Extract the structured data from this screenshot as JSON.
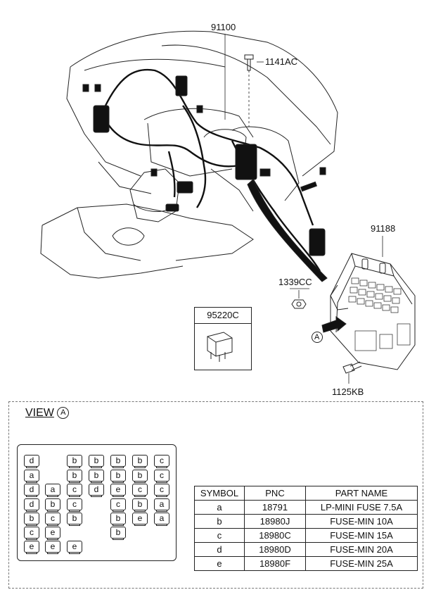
{
  "callouts": {
    "harness": "91100",
    "bolt_top": "1141AC",
    "junction_block": "91188",
    "nut": "1339CC",
    "bolt_bottom": "1125KB",
    "relay": "95220C",
    "view_marker": "A"
  },
  "view": {
    "title": "VIEW",
    "marker": "A"
  },
  "fuse_box": {
    "fuses": [
      "d",
      "b",
      "b",
      "b",
      "b",
      "c",
      "a",
      "b",
      "b",
      "b",
      "b",
      "c",
      "d",
      "a",
      "c",
      "d",
      "e",
      "c",
      "c",
      "d",
      "b",
      "c",
      "c",
      "b",
      "a",
      "b",
      "c",
      "b",
      "b",
      "e",
      "a",
      "c",
      "e",
      "b",
      "e",
      "e",
      "e"
    ]
  },
  "legend": {
    "headers": [
      "SYMBOL",
      "PNC",
      "PART NAME"
    ],
    "rows": [
      {
        "symbol": "a",
        "pnc": "18791",
        "name": "LP-MINI FUSE 7.5A"
      },
      {
        "symbol": "b",
        "pnc": "18980J",
        "name": "FUSE-MIN 10A"
      },
      {
        "symbol": "c",
        "pnc": "18980C",
        "name": "FUSE-MIN 15A"
      },
      {
        "symbol": "d",
        "pnc": "18980D",
        "name": "FUSE-MIN 20A"
      },
      {
        "symbol": "e",
        "pnc": "18980F",
        "name": "FUSE-MIN 25A"
      }
    ]
  }
}
